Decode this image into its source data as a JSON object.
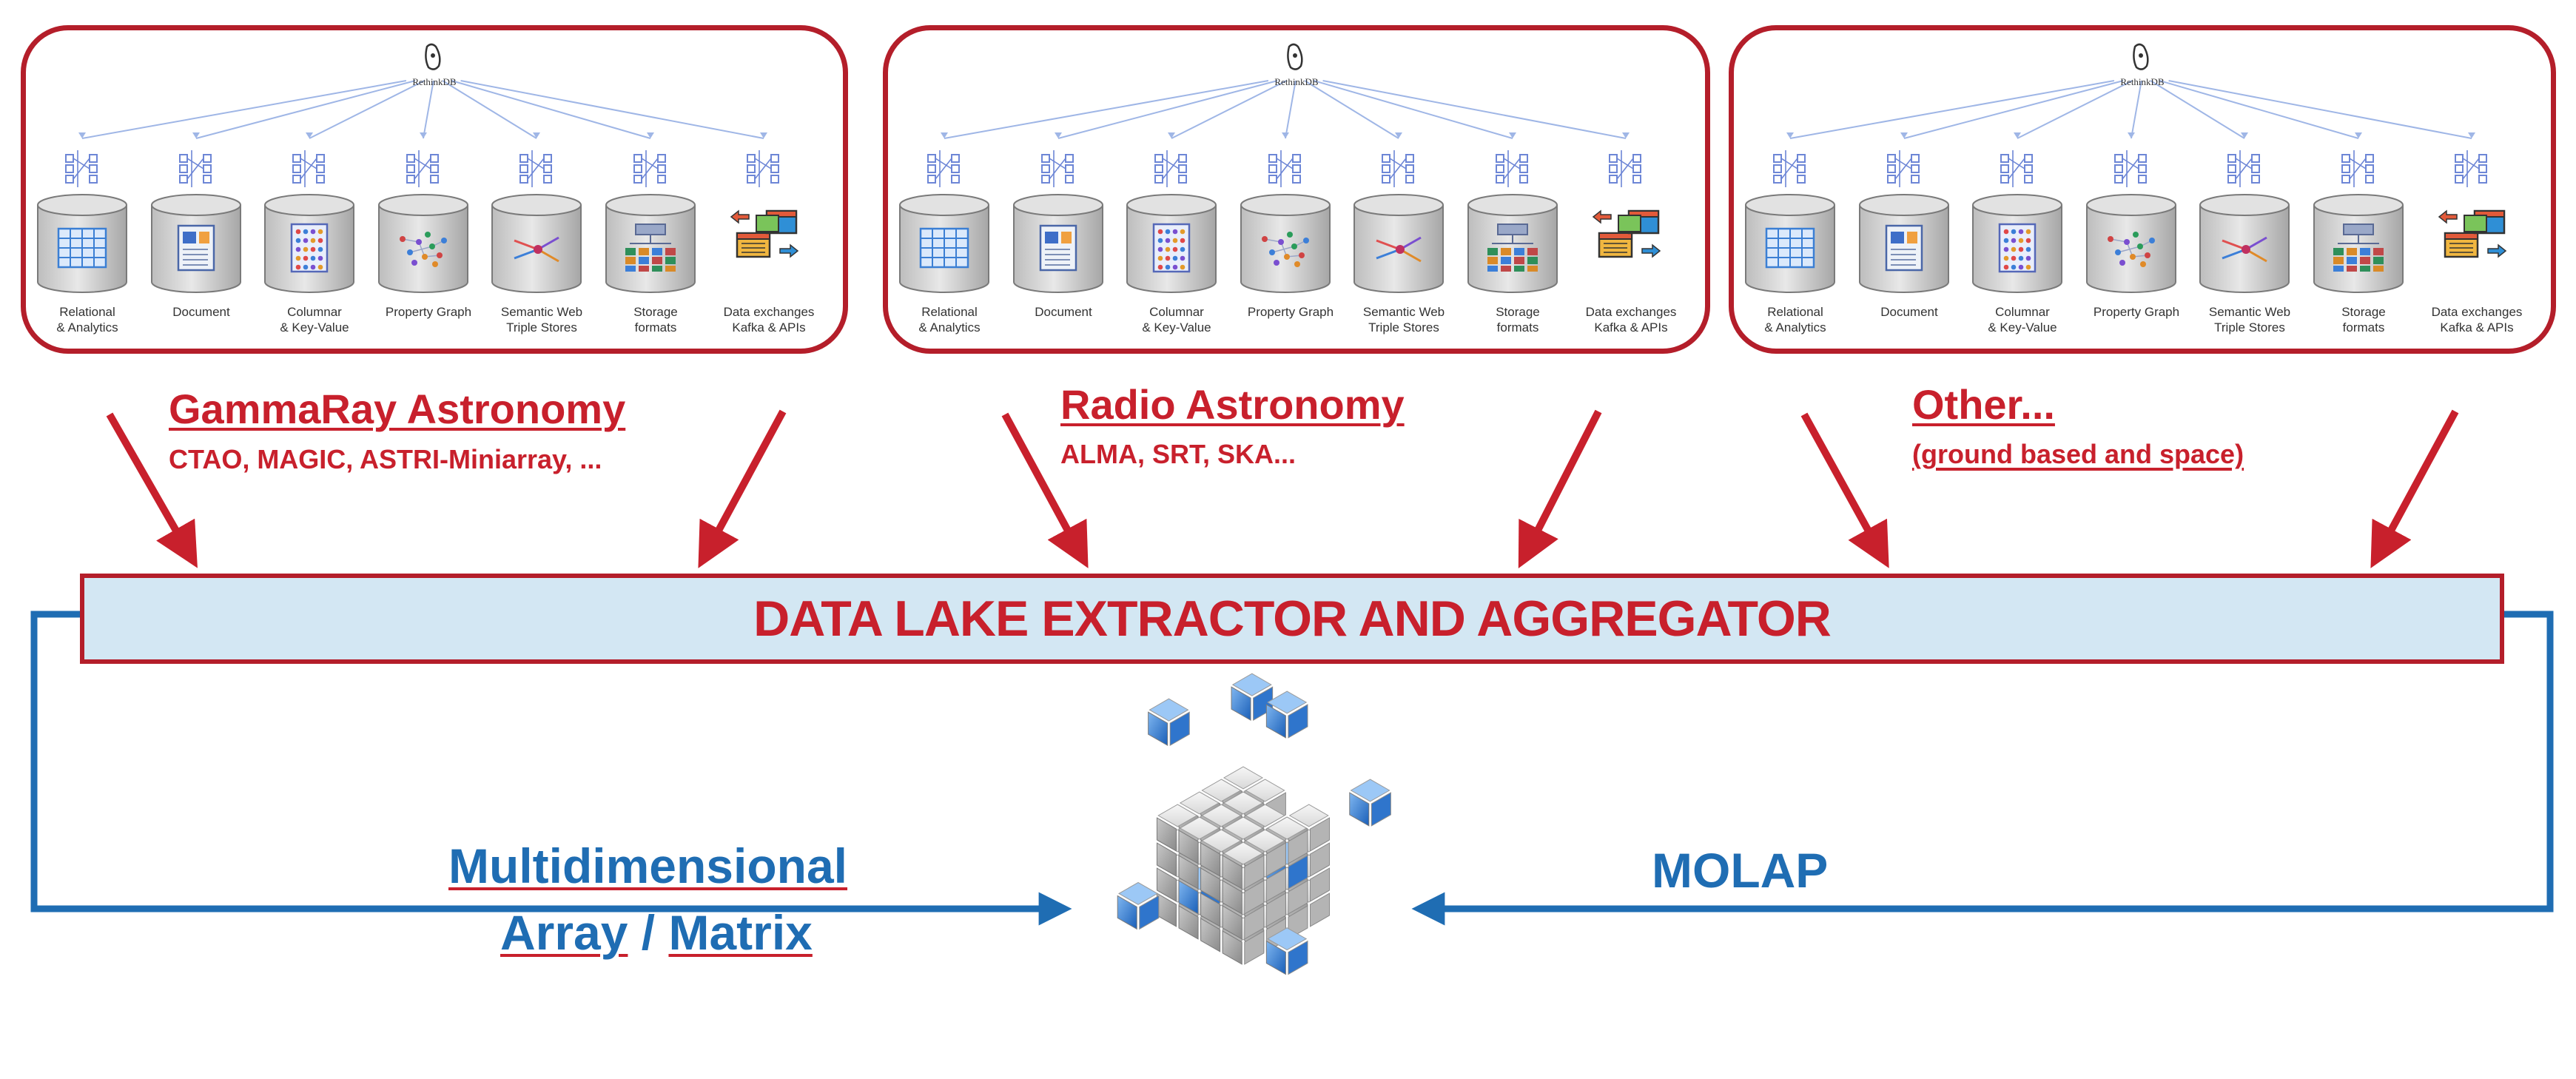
{
  "colors": {
    "panel_border": "#b41e2a",
    "heading_red": "#c8202c",
    "lake_fill": "#d3e7f3",
    "flow_blue": "#1f6db3",
    "connector_blue": "#9fb6e6"
  },
  "panels": [
    {
      "rethinkdb_label": "RethinkDB",
      "stores": [
        {
          "label": "Relational\n& Analytics",
          "icon": "table-icon"
        },
        {
          "label": "Document",
          "icon": "document-icon"
        },
        {
          "label": "Columnar\n& Key-Value",
          "icon": "columnar-icon"
        },
        {
          "label": "Property Graph",
          "icon": "graph-icon"
        },
        {
          "label": "Semantic Web\nTriple Stores",
          "icon": "triple-store-icon"
        },
        {
          "label": "Storage\nformats",
          "icon": "storage-icon"
        },
        {
          "label": "Data exchanges\nKafka & APIs",
          "icon": "data-exchange-icon"
        }
      ]
    },
    {
      "rethinkdb_label": "RethinkDB",
      "stores": [
        {
          "label": "Relational\n& Analytics",
          "icon": "table-icon"
        },
        {
          "label": "Document",
          "icon": "document-icon"
        },
        {
          "label": "Columnar\n& Key-Value",
          "icon": "columnar-icon"
        },
        {
          "label": "Property Graph",
          "icon": "graph-icon"
        },
        {
          "label": "Semantic Web\nTriple Stores",
          "icon": "triple-store-icon"
        },
        {
          "label": "Storage\nformats",
          "icon": "storage-icon"
        },
        {
          "label": "Data exchanges\nKafka & APIs",
          "icon": "data-exchange-icon"
        }
      ]
    },
    {
      "rethinkdb_label": "RethinkDB",
      "stores": [
        {
          "label": "Relational\n& Analytics",
          "icon": "table-icon"
        },
        {
          "label": "Document",
          "icon": "document-icon"
        },
        {
          "label": "Columnar\n& Key-Value",
          "icon": "columnar-icon"
        },
        {
          "label": "Property Graph",
          "icon": "graph-icon"
        },
        {
          "label": "Semantic Web\nTriple Stores",
          "icon": "triple-store-icon"
        },
        {
          "label": "Storage\nformats",
          "icon": "storage-icon"
        },
        {
          "label": "Data exchanges\nKafka & APIs",
          "icon": "data-exchange-icon"
        }
      ]
    }
  ],
  "sources": [
    {
      "title": "GammaRay Astronomy",
      "subtitle": "CTAO, MAGIC, ASTRI-Miniarray, ..."
    },
    {
      "title": "Radio Astronomy",
      "subtitle": "ALMA, SRT, SKA..."
    },
    {
      "title": "Other...",
      "subtitle": "(ground based and space)"
    }
  ],
  "data_lake": {
    "title": "DATA LAKE EXTRACTOR AND AGGREGATOR"
  },
  "left_label": {
    "line1": "Multidimensional",
    "line2a": "Array",
    "line2sep": " / ",
    "line2b": "Matrix"
  },
  "right_label": "MOLAP",
  "cube_icon": "data-cube-icon"
}
